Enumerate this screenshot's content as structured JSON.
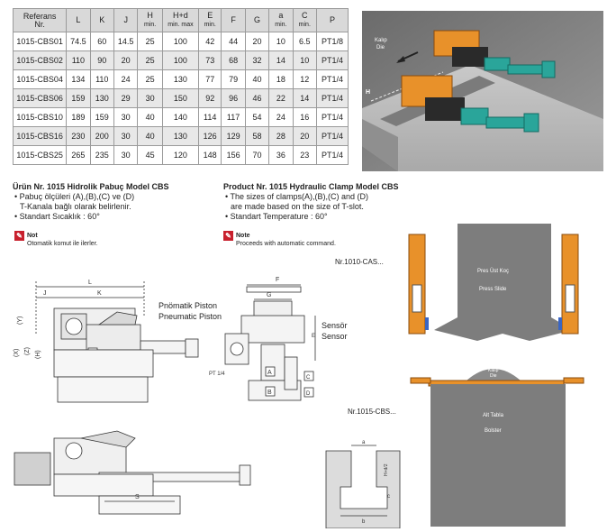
{
  "table": {
    "headers": [
      {
        "line1": "Referans",
        "line2": "Nr."
      },
      {
        "line1": "L",
        "line2": ""
      },
      {
        "line1": "K",
        "line2": ""
      },
      {
        "line1": "J",
        "line2": ""
      },
      {
        "line1": "H",
        "line2": "min."
      },
      {
        "line1": "H+d",
        "line2": "min. max"
      },
      {
        "line1": "E",
        "line2": "min."
      },
      {
        "line1": "F",
        "line2": ""
      },
      {
        "line1": "G",
        "line2": ""
      },
      {
        "line1": "a",
        "line2": "min."
      },
      {
        "line1": "C",
        "line2": "min."
      },
      {
        "line1": "P",
        "line2": ""
      }
    ],
    "rows": [
      [
        "1015-CBS01",
        "74.5",
        "60",
        "14.5",
        "25",
        "100",
        "42",
        "44",
        "20",
        "10",
        "6.5",
        "PT1/8"
      ],
      [
        "1015-CBS02",
        "110",
        "90",
        "20",
        "25",
        "100",
        "73",
        "68",
        "32",
        "14",
        "10",
        "PT1/4"
      ],
      [
        "1015-CBS04",
        "134",
        "110",
        "24",
        "25",
        "130",
        "77",
        "79",
        "40",
        "18",
        "12",
        "PT1/4"
      ],
      [
        "1015-CBS06",
        "159",
        "130",
        "29",
        "30",
        "150",
        "92",
        "96",
        "46",
        "22",
        "14",
        "PT1/4"
      ],
      [
        "1015-CBS10",
        "189",
        "159",
        "30",
        "40",
        "140",
        "114",
        "117",
        "54",
        "24",
        "16",
        "PT1/4"
      ],
      [
        "1015-CBS16",
        "230",
        "200",
        "30",
        "40",
        "130",
        "126",
        "129",
        "58",
        "28",
        "20",
        "PT1/4"
      ],
      [
        "1015-CBS25",
        "265",
        "235",
        "30",
        "45",
        "120",
        "148",
        "156",
        "70",
        "36",
        "23",
        "PT1/4"
      ]
    ]
  },
  "photo": {
    "kalip_tr": "Kalıp",
    "kalip_en": "Die",
    "h_label": "H"
  },
  "tr": {
    "title": "Ürün Nr. 1015 Hidrolik Pabuç Model CBS",
    "bullet1a": "• Pabuç ölçüleri (A),(B),(C) ve (D)",
    "bullet1b": "T-Kanala bağlı olarak belirlenir.",
    "bullet2": "• Standart Sıcaklık : 60°",
    "note_title": "Not",
    "note_text": "Otomatik komut ile ilerler."
  },
  "en": {
    "title": "Product Nr. 1015 Hydraulic Clamp Model CBS",
    "bullet1a": "• The sizes of clamps(A),(B),(C) and (D)",
    "bullet1b": "are made  based on the size of T-slot.",
    "bullet2": "• Standart Temperature : 60°",
    "note_title": "Note",
    "note_text": "Proceeds with automatic command."
  },
  "drawing": {
    "L": "L",
    "K": "K",
    "J": "J",
    "F": "F",
    "G": "G",
    "E": "E",
    "S": "S",
    "Y": "(Y)",
    "X": "(X)",
    "Z": "(Z)",
    "H": "(H)",
    "A": "A",
    "B": "B",
    "C": "C",
    "D": "D",
    "pneu_tr": "Pnömatik Piston",
    "pneu_en": "Pneumatic Piston",
    "sensor_tr": "Sensör",
    "sensor_en": "Sensor",
    "pt": "PT 1/4",
    "slot_a": "a",
    "slot_b": "b",
    "slot_c": "c",
    "slot_hd": "H+d/2"
  },
  "press": {
    "top_tr": "Pres Üst Koç",
    "top_en": "Press Slide",
    "bottom_tr": "Alt Tabla",
    "bottom_en": "Bolster",
    "kalip_tr": "Kalıp",
    "kalip_en": "Die",
    "cas_label": "Nr.1010-CAS...",
    "cbs_label": "Nr.1015-CBS..."
  },
  "colors": {
    "orange": "#e8912a",
    "teal": "#2aa59a",
    "grey": "#8a8a8a",
    "note_red": "#c8202d"
  }
}
